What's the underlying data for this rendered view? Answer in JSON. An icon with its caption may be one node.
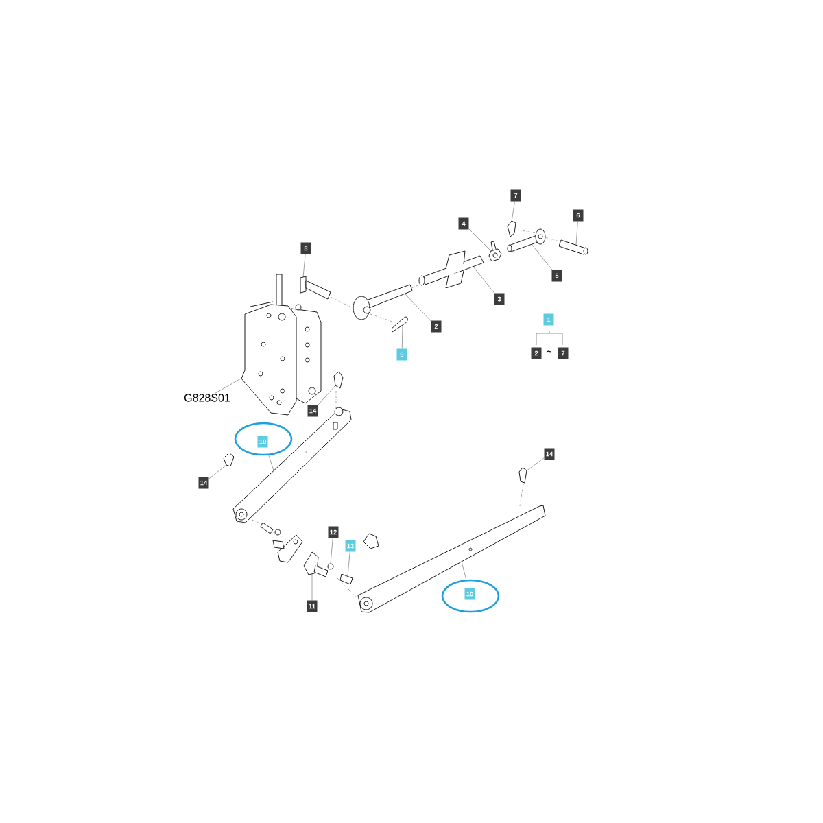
{
  "diagram": {
    "nodes": [
      {
        "text": [
          "7"
        ]
      },
      {
        "text": [
          "6"
        ]
      },
      {
        "text": [
          "4"
        ]
      },
      {
        "text": [
          "8"
        ]
      },
      {
        "text": [
          "5"
        ]
      },
      {
        "text": [
          "3"
        ]
      },
      {
        "text": [
          "1"
        ]
      },
      {
        "text": [
          "2"
        ]
      },
      {
        "text": [
          "9"
        ]
      },
      {
        "text": [
          "2"
        ]
      },
      {
        "text": [
          "7"
        ]
      },
      {
        "text": [
          "G828S01"
        ]
      },
      {
        "text": [
          "14"
        ]
      },
      {
        "text": [],
        "shape": "ellipse"
      },
      {
        "text": [
          "10"
        ],
        "in": 13
      },
      {
        "text": [
          "14"
        ]
      },
      {
        "text": [
          "14"
        ]
      },
      {
        "text": [
          "12"
        ]
      },
      {
        "text": [
          "13"
        ]
      },
      {
        "text": [
          "11"
        ]
      },
      {
        "text": [],
        "shape": "ellipse"
      },
      {
        "text": [
          "10"
        ],
        "in": 20
      },
      {
        "text": [],
        "shape": "picture"
      },
      {
        "text": [],
        "shape": "picture"
      },
      {
        "text": [],
        "shape": "picture"
      },
      {
        "text": [],
        "shape": "picture"
      },
      {
        "text": [],
        "shape": "picture"
      },
      {
        "text": [],
        "shape": "circle"
      },
      {
        "text": [],
        "shape": "picture"
      },
      {
        "text": [],
        "shape": "picture"
      },
      {
        "text": [],
        "shape": "cylinder"
      },
      {
        "text": [],
        "shape": "picture"
      },
      {
        "text": [],
        "shape": "picture"
      },
      {
        "text": [],
        "shape": "cylinder"
      },
      {
        "text": [],
        "shape": "picture"
      },
      {
        "text": [],
        "shape": "picture"
      },
      {
        "text": [],
        "shape": "picture"
      },
      {
        "text": [],
        "shape": "picture"
      },
      {
        "text": [],
        "shape": "cylinder"
      }
    ],
    "edges": [
      {
        "from": 0,
        "to": 35,
        "arrow": "none"
      },
      {
        "from": 1,
        "to": 38,
        "arrow": "none"
      },
      {
        "from": 2,
        "to": 34,
        "arrow": "none"
      },
      {
        "from": 3,
        "to": 26,
        "arrow": "none"
      },
      {
        "from": 4,
        "to": 37,
        "arrow": "none"
      },
      {
        "from": 5,
        "to": 33,
        "arrow": "none"
      },
      {
        "from": 7,
        "to": 30,
        "arrow": "none"
      },
      {
        "from": 8,
        "to": 31,
        "arrow": "none"
      },
      {
        "from": 11,
        "to": 23,
        "arrow": "none"
      },
      {
        "from": 12,
        "to": 28,
        "arrow": "none"
      },
      {
        "from": 15,
        "to": 36,
        "arrow": "none"
      },
      {
        "from": 16,
        "to": 22,
        "arrow": "none"
      },
      {
        "from": 13,
        "to": 24,
        "arrow": "none"
      },
      {
        "from": 20,
        "to": 32,
        "arrow": "none"
      },
      {
        "from": 17,
        "to": 27,
        "arrow": "none"
      },
      {
        "from": 18,
        "to": 29,
        "arrow": "none"
      },
      {
        "from": 19,
        "to": 25,
        "arrow": "none"
      }
    ],
    "labels": [
      "~"
    ]
  }
}
